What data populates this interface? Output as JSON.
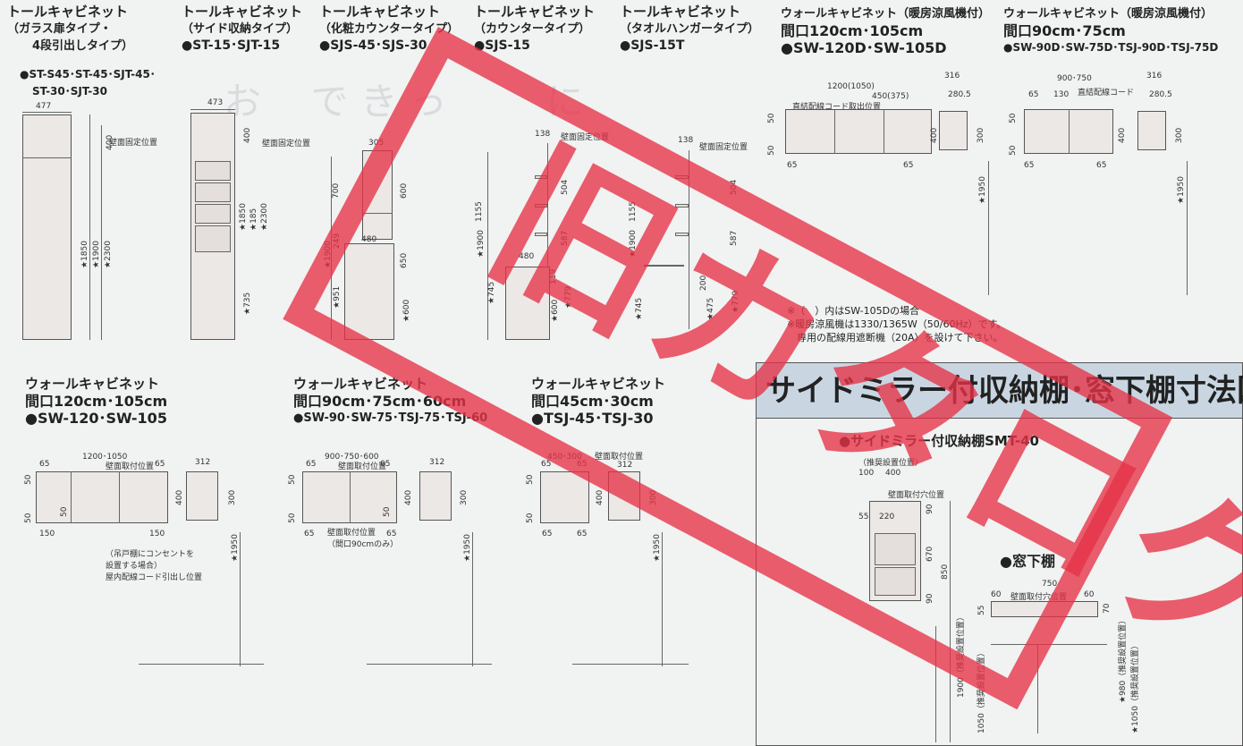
{
  "row1": [
    {
      "title": "トールキャビネット",
      "sub": "（ガラス扉タイプ・",
      "sub2": "4段引出しタイプ）",
      "codes": "●ST-S45･ST-45･SJT-45･",
      "codes2": "ST-30･SJT-30",
      "width": "477",
      "dims": [
        "400",
        "壁面固定位置",
        "★1850",
        "★1900",
        "★2300"
      ]
    },
    {
      "title": "トールキャビネット",
      "sub": "（サイド収納タイプ）",
      "codes": "●ST-15･SJT-15",
      "width": "473",
      "dims": [
        "400",
        "壁面固定位置",
        "★1850",
        "★185",
        "★2300",
        "★735"
      ]
    },
    {
      "title": "トールキャビネット",
      "sub": "（化粧カウンタータイプ）",
      "codes": "●SJS-45･SJS-30",
      "width": "305",
      "dims": [
        "700",
        "600",
        "480",
        "650",
        "★1900",
        "249",
        "★951",
        "★600"
      ]
    },
    {
      "title": "トールキャビネット",
      "sub": "（カウンタータイプ）",
      "codes": "●SJS-15",
      "width": "138",
      "dims": [
        "壁面固定位置",
        "1155",
        "504",
        "587",
        "480",
        "119",
        "★1900",
        "★745",
        "★779",
        "★600"
      ]
    },
    {
      "title": "トールキャビネット",
      "sub": "（タオルハンガータイプ）",
      "codes": "●SJS-15T",
      "width": "138",
      "dims": [
        "壁面固定位置",
        "1155",
        "504",
        "587",
        "200",
        "★1900",
        "★745",
        "★475",
        "★779"
      ]
    }
  ],
  "row1right": [
    {
      "title": "ウォールキャビネット（暖房涼風機付）",
      "big": "間口120cm･105cm",
      "codes": "●SW-120D･SW-105D",
      "dims": [
        "1200(1050)",
        "450(375)",
        "直結配線コード取出位置",
        "316",
        "280.5",
        "50",
        "50",
        "65",
        "65",
        "400",
        "300",
        "★1950"
      ]
    },
    {
      "title": "ウォールキャビネット（暖房涼風機付）",
      "big": "間口90cm･75cm",
      "codes": "●SW-90D･SW-75D･TSJ-90D･TSJ-75D",
      "dims": [
        "900･750",
        "65",
        "130",
        "直結配線コード",
        "316",
        "280.5",
        "50",
        "50",
        "65",
        "65",
        "400",
        "300",
        "★1950"
      ]
    }
  ],
  "notes": [
    "※（　）内はSW-105Dの場合",
    "※暖房涼風機は1330/1365W（50/60Hz）です。",
    "　専用の配線用遮断機（20A）を設けて下さい。"
  ],
  "row2": [
    {
      "title": "ウォールキャビネット",
      "big": "間口120cm･105cm",
      "codes": "●SW-120･SW-105",
      "dims": [
        "1200･1050",
        "壁面取付位置",
        "65",
        "65",
        "312",
        "50",
        "50",
        "50",
        "400",
        "300",
        "150",
        "150",
        "★1950"
      ],
      "callout": [
        "（吊戸棚にコンセントを",
        "設置する場合）",
        "屋内配線コード引出し位置"
      ]
    },
    {
      "title": "ウォールキャビネット",
      "big": "間口90cm･75cm･60cm",
      "codes": "●SW-90･SW-75･TSJ-75･TSJ-60",
      "dims": [
        "900･750･600",
        "壁面取付位置",
        "65",
        "65",
        "312",
        "50",
        "50",
        "50",
        "400",
        "300",
        "65",
        "65",
        "★1950"
      ],
      "callout": [
        "壁面取付位置",
        "（間口90cmのみ）"
      ]
    },
    {
      "title": "ウォールキャビネット",
      "big": "間口45cm･30cm",
      "codes": "●TSJ-45･TSJ-30",
      "dims": [
        "450･300",
        "壁面取付位置",
        "65",
        "65",
        "312",
        "50",
        "50",
        "400",
        "300",
        "65",
        "65",
        "★1950"
      ]
    }
  ],
  "panel": {
    "title": "サイドミラー付収納棚･窓下棚寸法図",
    "smt_label": "●サイドミラー付収納棚SMT-40",
    "smt_dims": [
      "（推奨設置位置）",
      "100",
      "400",
      "壁面取付穴位置",
      "55",
      "220",
      "90",
      "670",
      "850",
      "90",
      "1900（推奨設置位置）"
    ],
    "window_label": "●窓下棚",
    "window_dims": [
      "750",
      "60",
      "壁面取付穴位置",
      "60",
      "55",
      "70",
      "1050（推奨設置位置）",
      "★980（推奨設置位置）",
      "★1050（推奨設置位置）"
    ]
  },
  "stamp": "旧カタログ"
}
